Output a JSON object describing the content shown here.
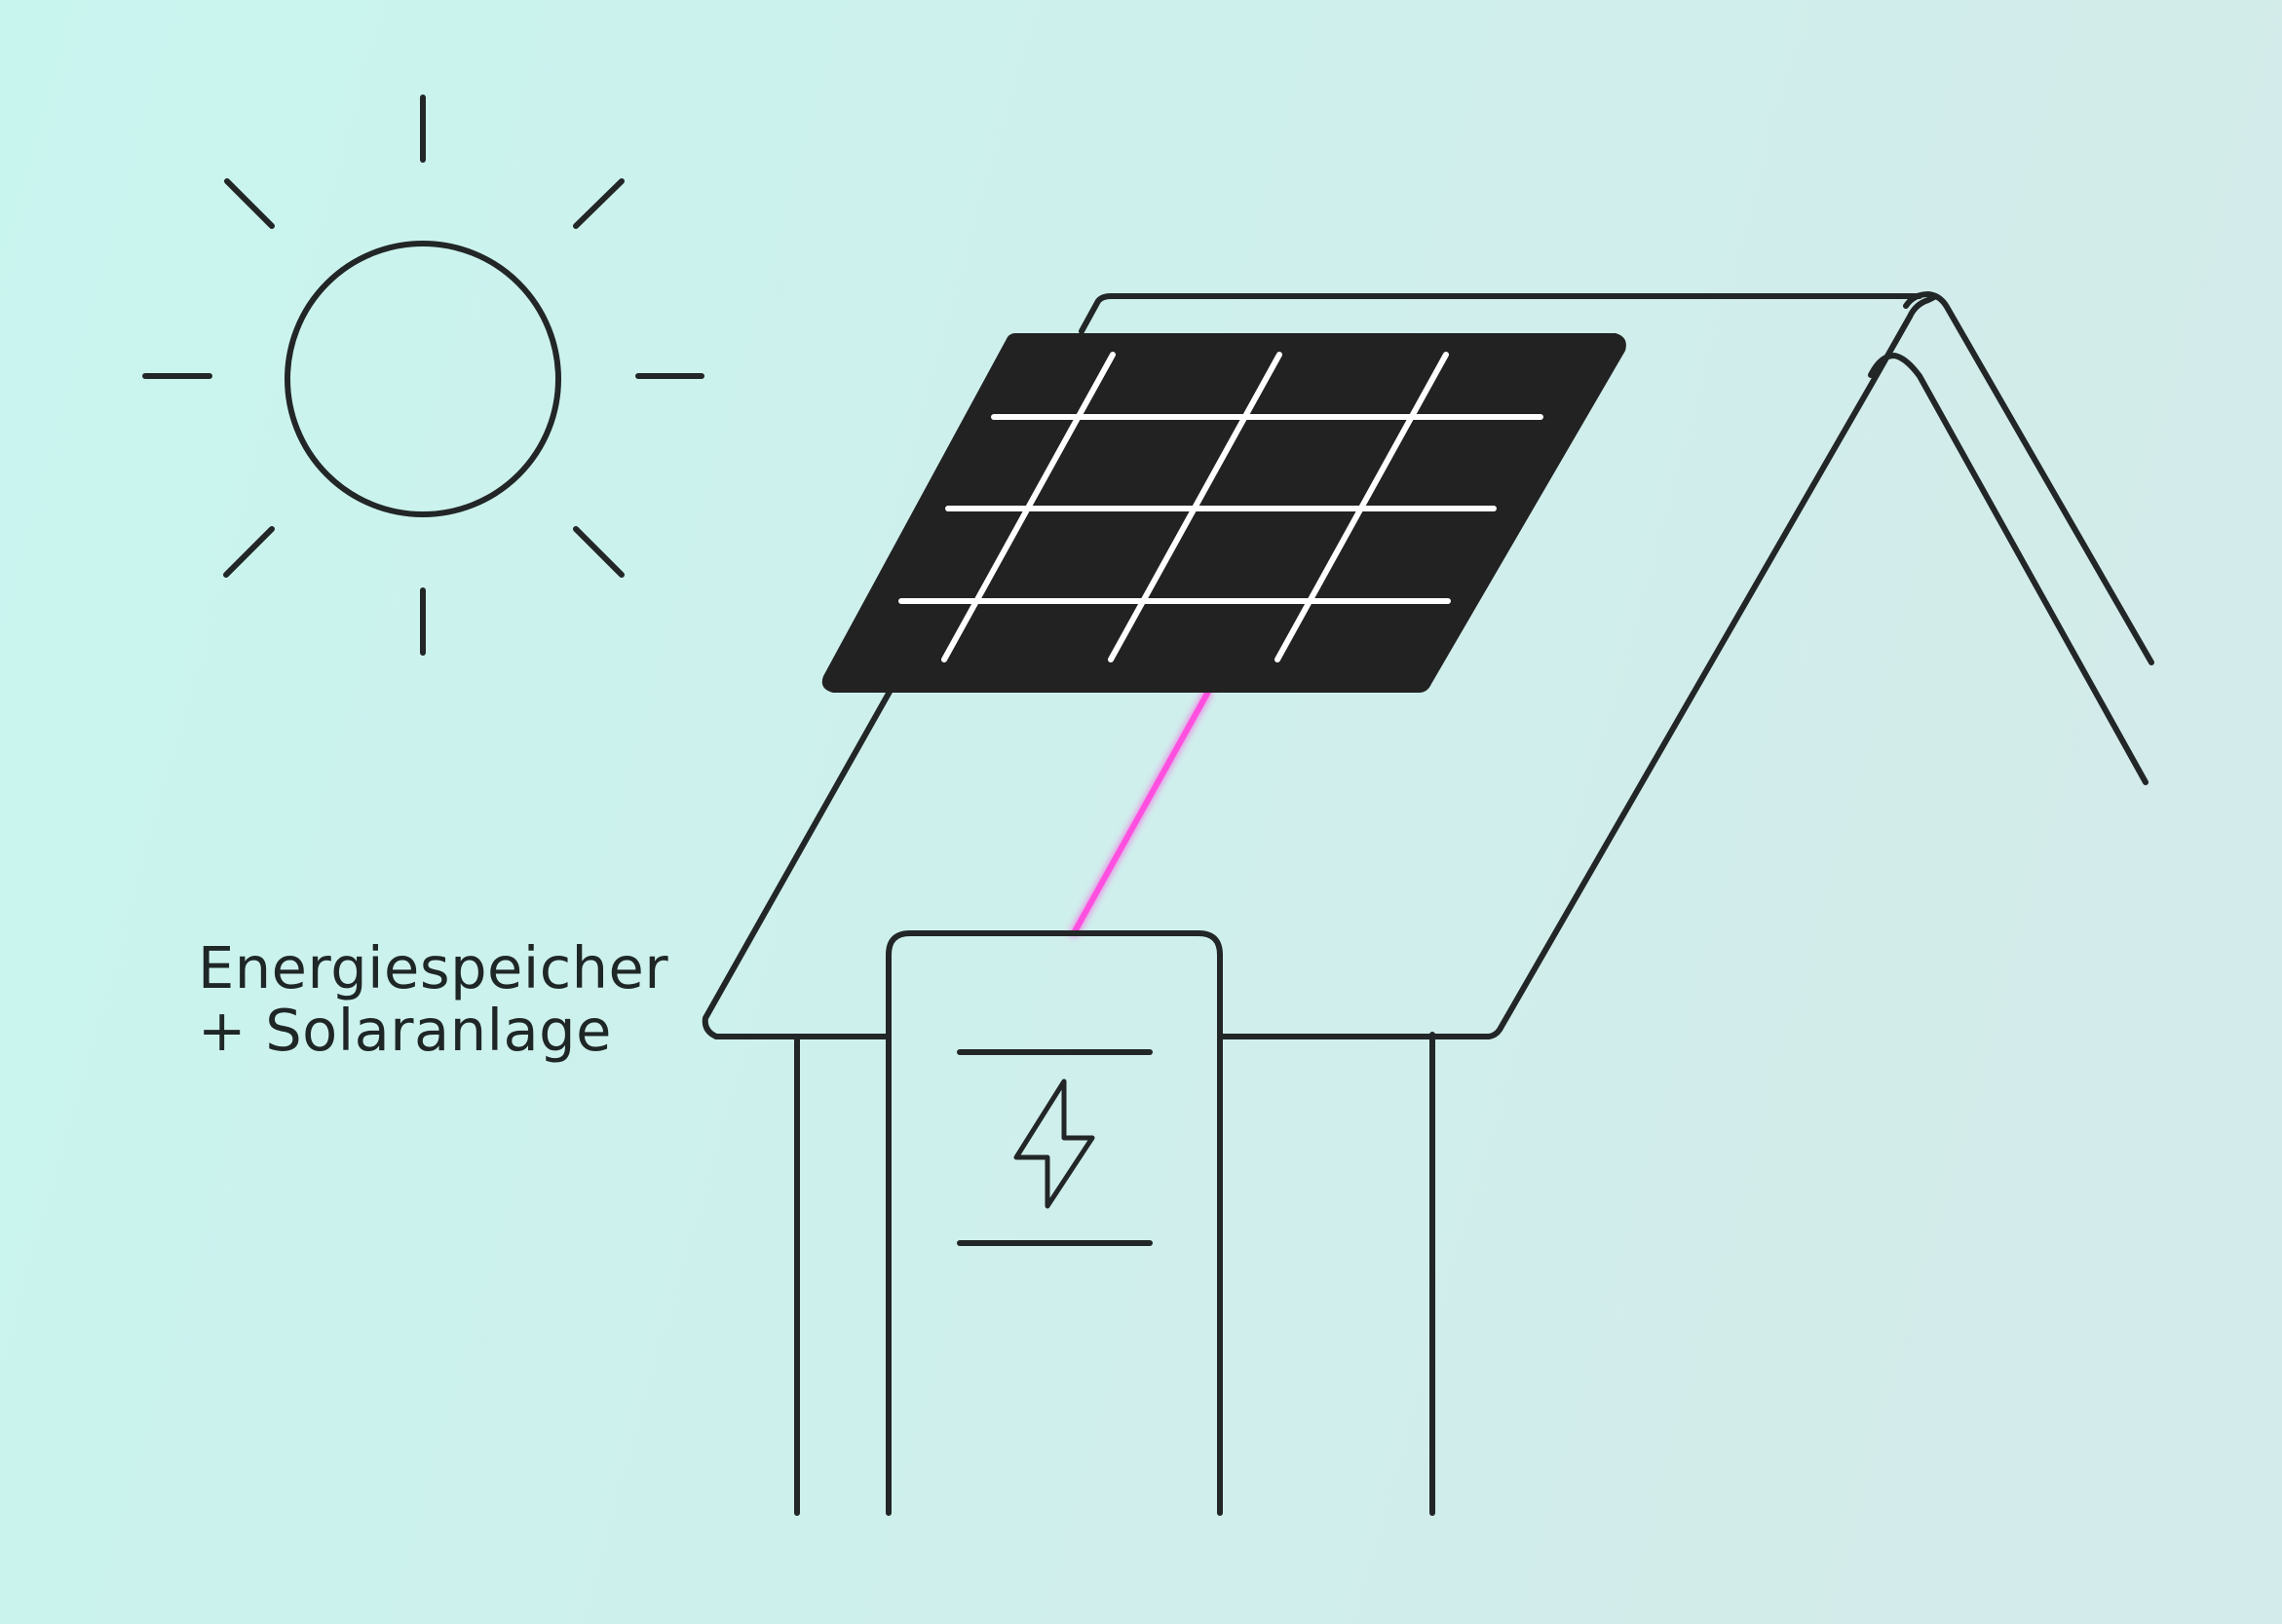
{
  "caption": {
    "line1": "Energiespeicher",
    "line2": "+ Solaranlage"
  },
  "colors": {
    "background_start": "#c9f5ef",
    "background_end": "#d3ebea",
    "line": "#222626",
    "panel": "#222222",
    "panel_grid": "#ffffff",
    "power_line": "#ff4fe0"
  },
  "icons": [
    "sun-icon",
    "solar-panel-icon",
    "house-roof",
    "battery-storage-icon",
    "lightning-bolt-icon"
  ]
}
